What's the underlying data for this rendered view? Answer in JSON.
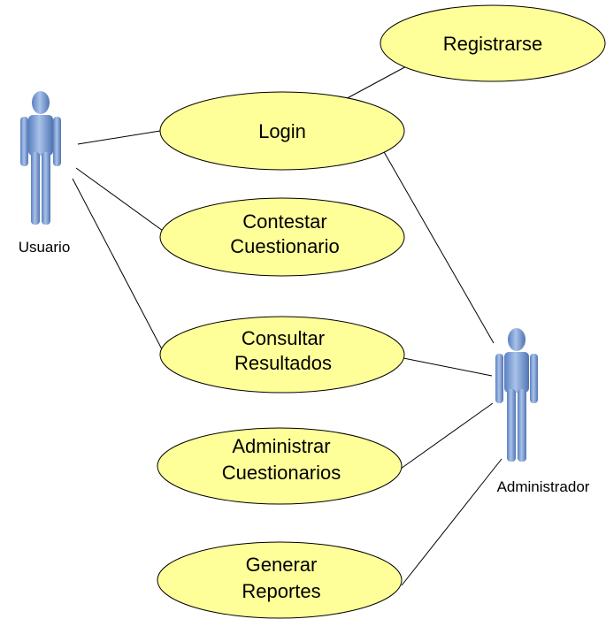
{
  "actors": {
    "usuario": "Usuario",
    "administrador": "Administrador"
  },
  "use_cases": {
    "registrarse": "Registrarse",
    "login": "Login",
    "contestar": [
      "Contestar",
      "Cuestionario"
    ],
    "consultar": [
      "Consultar",
      "Resultados"
    ],
    "administrar": [
      "Administrar",
      "Cuestionarios"
    ],
    "generar": [
      "Generar",
      "Reportes"
    ]
  },
  "colors": {
    "use_case_fill": "#ffff99",
    "actor_body": "#7aa0d8",
    "actor_highlight": "#c4d6f1",
    "actor_shadow": "#4e72b0"
  }
}
